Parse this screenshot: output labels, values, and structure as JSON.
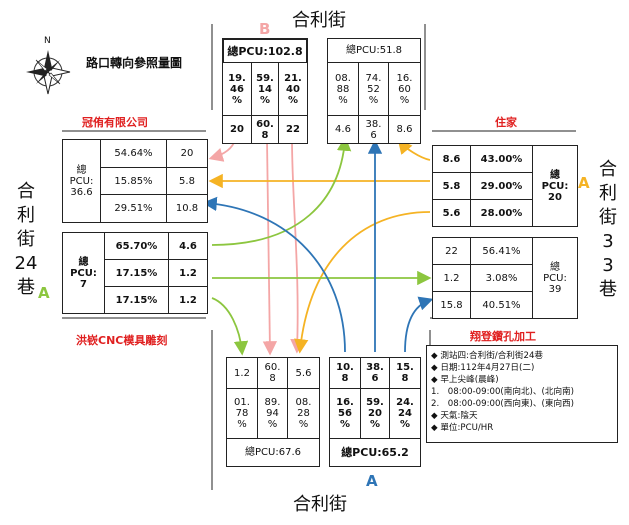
{
  "title": "路口轉向參照量圖",
  "compass_label": "N",
  "streets": {
    "top": "合利街",
    "bottom": "合利街",
    "left_chars": [
      "合",
      "利",
      "街",
      "24",
      "巷"
    ],
    "right_chars": [
      "合",
      "利",
      "街",
      "3",
      "3",
      "巷"
    ]
  },
  "letters": {
    "top": "B",
    "bottom": "A",
    "left": "A",
    "right": "A"
  },
  "places": {
    "top_left": "冠侑有限公司",
    "top_right": "住家",
    "bottom_left": "洪嵚CNC模具雕刻",
    "bottom_right": "翔登鑽孔加工"
  },
  "colors": {
    "orange": "#f5b324",
    "green": "#8cc63f",
    "blue": "#2e75b6",
    "pink": "#f4a6a6",
    "red": "#e02020"
  },
  "north_in": {
    "total": "總PCU:102.8",
    "pct": [
      "19.\n46\n%",
      "59.\n14\n%",
      "21.\n40\n%"
    ],
    "pcu": [
      "20",
      "60.\n8",
      "22"
    ]
  },
  "north_out": {
    "total": "總PCU:51.8",
    "pct": [
      "08.\n88\n%",
      "74.\n52\n%",
      "16.\n60\n%"
    ],
    "pcu": [
      "4.6",
      "38.\n6",
      "8.6"
    ]
  },
  "west_out": {
    "total": "總\nPCU:\n36.6",
    "pct": [
      "54.64%",
      "15.85%",
      "29.51%"
    ],
    "pcu": [
      "20",
      "5.8",
      "10.8"
    ]
  },
  "west_in": {
    "total": "總\nPCU:\n7",
    "pct": [
      "65.70%",
      "17.15%",
      "17.15%"
    ],
    "pcu": [
      "4.6",
      "1.2",
      "1.2"
    ]
  },
  "east_in": {
    "total": "總\nPCU:\n20",
    "pct": [
      "43.00%",
      "29.00%",
      "28.00%"
    ],
    "pcu": [
      "8.6",
      "5.8",
      "5.6"
    ]
  },
  "east_out": {
    "total": "總\nPCU:\n39",
    "pct": [
      "56.41%",
      "3.08%",
      "40.51%"
    ],
    "pcu": [
      "22",
      "1.2",
      "15.8"
    ]
  },
  "south_out": {
    "total": "總PCU:67.6",
    "pct": [
      "01.\n78\n%",
      "89.\n94\n%",
      "08.\n28\n%"
    ],
    "pcu": [
      "1.2",
      "60.\n8",
      "5.6"
    ]
  },
  "south_in": {
    "total": "總PCU:65.2",
    "pct": [
      "16.\n56\n%",
      "59.\n20\n%",
      "24.\n24\n%"
    ],
    "pcu": [
      "10.\n8",
      "38.\n6",
      "15.\n8"
    ]
  },
  "notes": [
    "◆ 測站四:合利街/合利街24巷",
    "◆ 日期:112年4月27日(二)",
    "◆ 早上尖峰(晨峰)",
    "1.　08:00-09:00(南向北)、(北向南)",
    "2.　08:00-09:00(西向東)、(東向西)",
    "◆ 天氣:陰天",
    "◆ 單位:PCU/HR"
  ]
}
